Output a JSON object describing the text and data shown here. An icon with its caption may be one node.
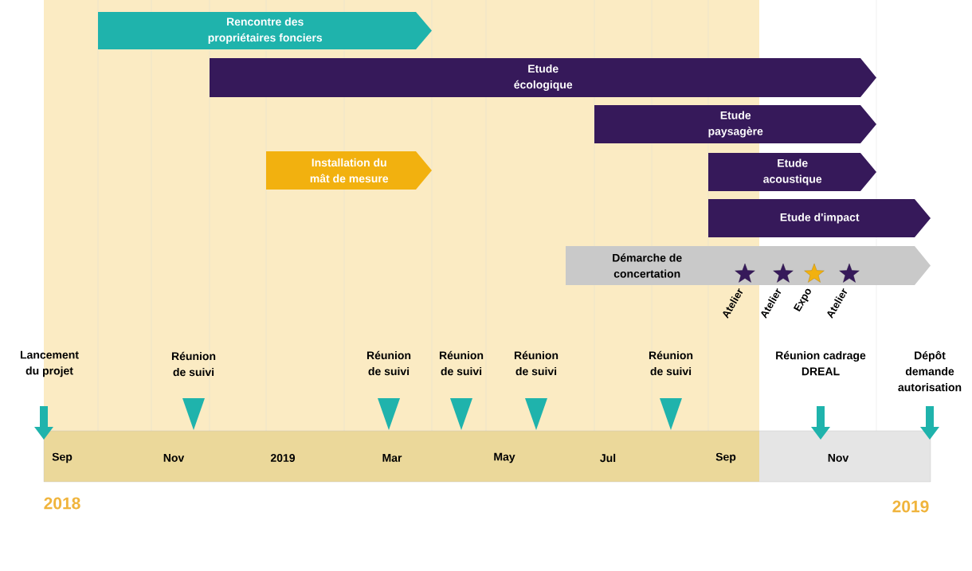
{
  "diagram": {
    "nodes": [
      {
        "text": [
          "Rencontre des propriétaires fonciers"
        ]
      },
      {
        "text": [
          "Etude écologique"
        ]
      },
      {
        "text": [
          "Etude paysagère"
        ]
      },
      {
        "text": [
          "Installation du mât de mesure"
        ]
      },
      {
        "text": [
          "Etude acoustique"
        ]
      },
      {
        "text": [
          "Etude d'impact"
        ]
      },
      {
        "text": [
          "Démarche de concertation"
        ]
      }
    ],
    "labels": [
      "Atelier",
      "Atelier",
      "Expo",
      "Atelier",
      "Lancement du projet",
      "Réunion de suivi",
      "Réunion de suivi",
      "Réunion de suivi",
      "Réunion de suivi",
      "Réunion de suivi",
      "Réunion cadrage DREAL",
      "Dépôt demande autorisation",
      "Sep",
      "Nov",
      "2019",
      "Mar",
      "May",
      "Jul",
      "Sep",
      "Nov",
      "2018",
      "2019"
    ]
  }
}
